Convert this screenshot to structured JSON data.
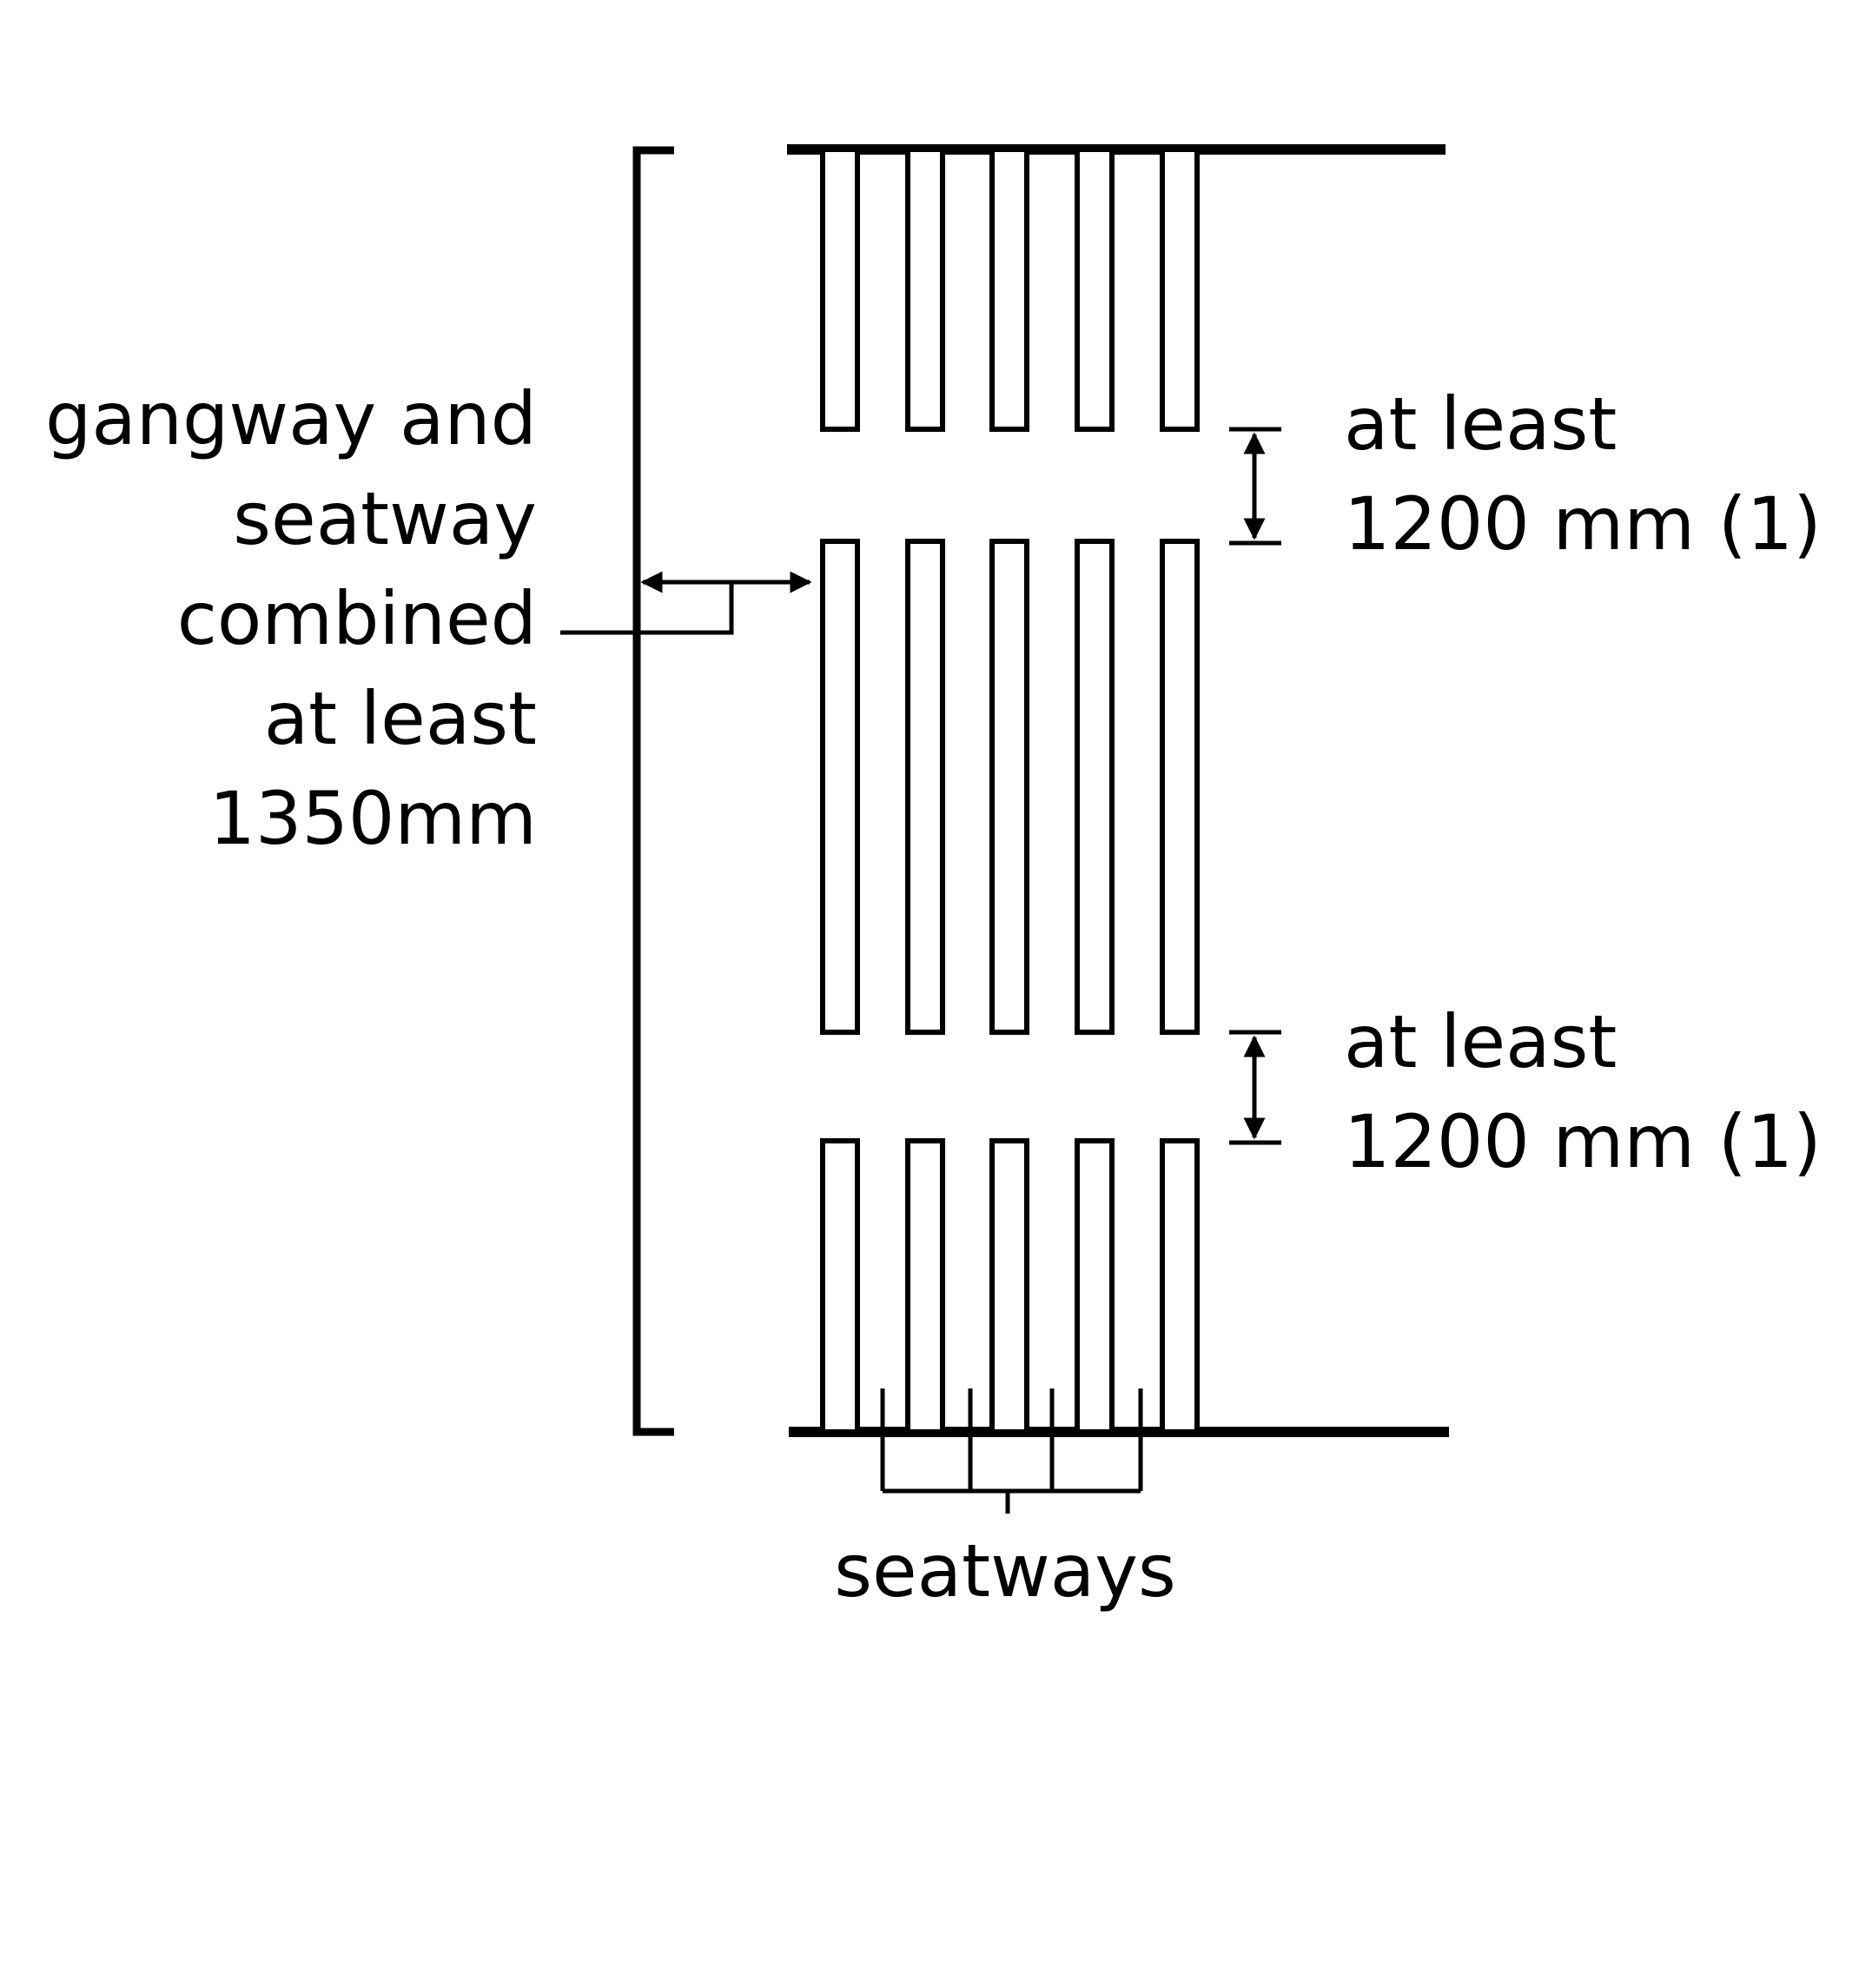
{
  "labels": {
    "gangway": [
      "gangway and",
      "seatway",
      "combined",
      "at least",
      "1350mm"
    ],
    "gap_top": [
      "at least",
      "1200 mm (1)"
    ],
    "gap_bottom": [
      "at least",
      "1200 mm (1)"
    ],
    "seatways": "seatways"
  }
}
